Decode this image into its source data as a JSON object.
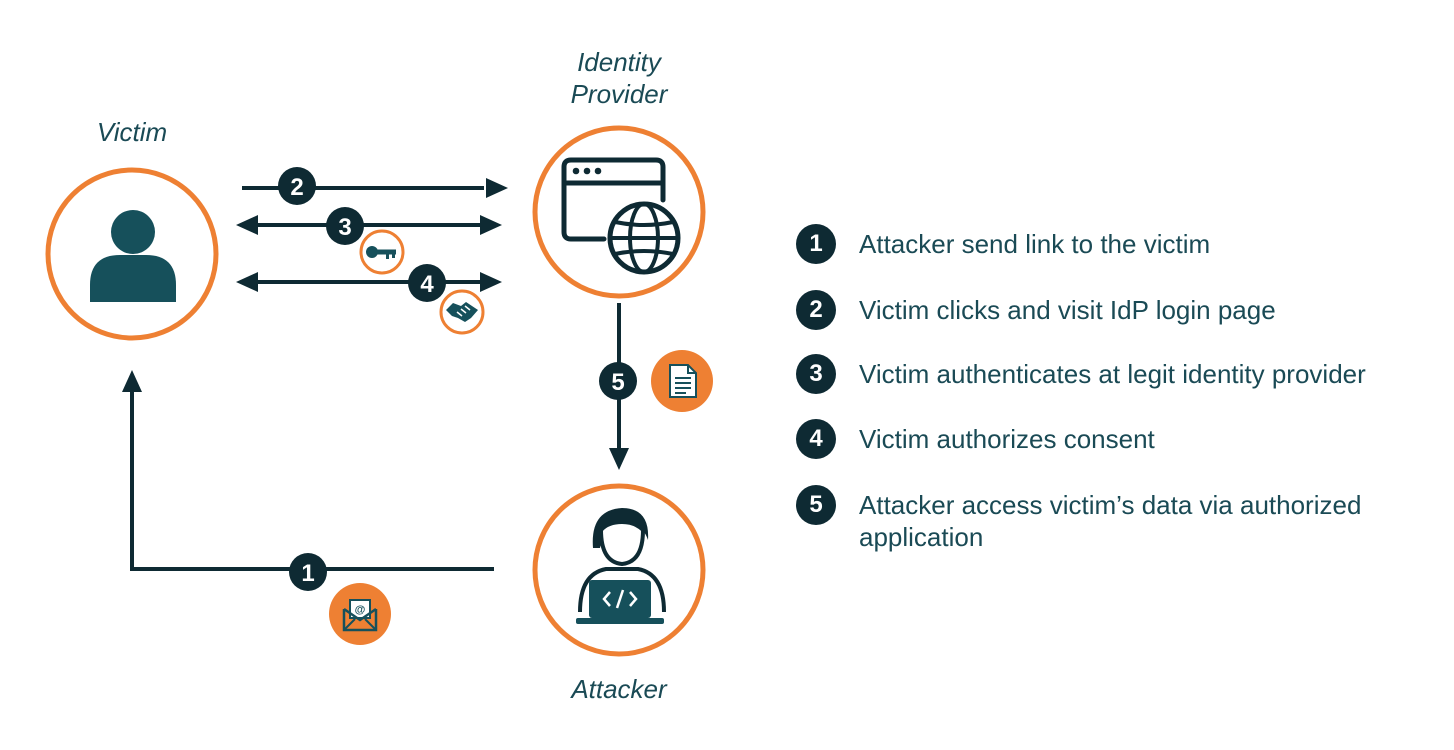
{
  "colors": {
    "accent": "#ee8033",
    "dark": "#0e2a33",
    "teal": "#16505b",
    "text": "#1a4a55"
  },
  "actors": {
    "victim": {
      "label": "Victim",
      "icon": "user-icon"
    },
    "idp": {
      "label": "Identity\nProvider",
      "icon": "browser-globe-icon"
    },
    "attacker": {
      "label": "Attacker",
      "icon": "hacker-laptop-icon"
    }
  },
  "flow_badges": {
    "step1": {
      "number": "1",
      "icon": "email-icon"
    },
    "step2": {
      "number": "2"
    },
    "step3": {
      "number": "3",
      "icon": "key-icon"
    },
    "step4": {
      "number": "4",
      "icon": "handshake-icon"
    },
    "step5": {
      "number": "5",
      "icon": "document-icon"
    }
  },
  "legend": [
    {
      "number": "1",
      "text": "Attacker send link to the victim"
    },
    {
      "number": "2",
      "text": "Victim clicks and visit IdP login page"
    },
    {
      "number": "3",
      "text": "Victim authenticates at legit identity provider"
    },
    {
      "number": "4",
      "text": "Victim authorizes consent"
    },
    {
      "number": "5",
      "text": "Attacker access victim’s data via authorized application"
    }
  ]
}
